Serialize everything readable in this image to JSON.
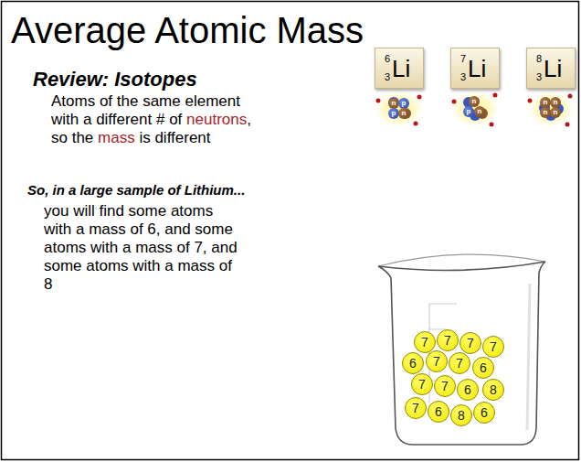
{
  "diagram": {
    "title": "Average Atomic Mass",
    "nodes": [
      {
        "text": [
          "6",
          "3",
          "Li"
        ]
      },
      {
        "text": [
          "7",
          "3",
          "Li"
        ]
      },
      {
        "text": [
          "8",
          "3",
          "Li"
        ]
      },
      {
        "text": [
          "n"
        ]
      },
      {
        "text": [
          "p"
        ]
      },
      {
        "text": [
          "p"
        ]
      },
      {
        "text": [
          "n"
        ]
      },
      {
        "text": [
          "n"
        ]
      },
      {
        "text": [
          "p"
        ]
      },
      {
        "text": [
          "n"
        ]
      },
      {
        "text": [
          "n"
        ]
      },
      {
        "text": [
          "n"
        ]
      },
      {
        "text": [
          "n"
        ]
      },
      {
        "text": [
          "n"
        ]
      },
      {
        "text": [
          "7"
        ]
      },
      {
        "text": [
          "7"
        ]
      },
      {
        "text": [
          "7"
        ]
      },
      {
        "text": [
          "7"
        ]
      },
      {
        "text": [
          "6"
        ]
      },
      {
        "text": [
          "7"
        ]
      },
      {
        "text": [
          "7"
        ]
      },
      {
        "text": [
          "6"
        ]
      },
      {
        "text": [
          "7"
        ]
      },
      {
        "text": [
          "7"
        ]
      },
      {
        "text": [
          "6"
        ]
      },
      {
        "text": [
          "8"
        ]
      },
      {
        "text": [
          "7"
        ]
      },
      {
        "text": [
          "6"
        ]
      },
      {
        "text": [
          "8"
        ]
      },
      {
        "text": [
          "6"
        ]
      }
    ],
    "labels": [
      "Review: Isotopes",
      "Atoms of the same element",
      "with a different # of",
      "neutrons",
      ",",
      "so the",
      "mass",
      "is different",
      "So, in a large sample of Lithium...",
      "you will find some atoms with a mass of 6, and some atoms with a mass of 7, and some atoms with a mass of 8"
    ]
  }
}
